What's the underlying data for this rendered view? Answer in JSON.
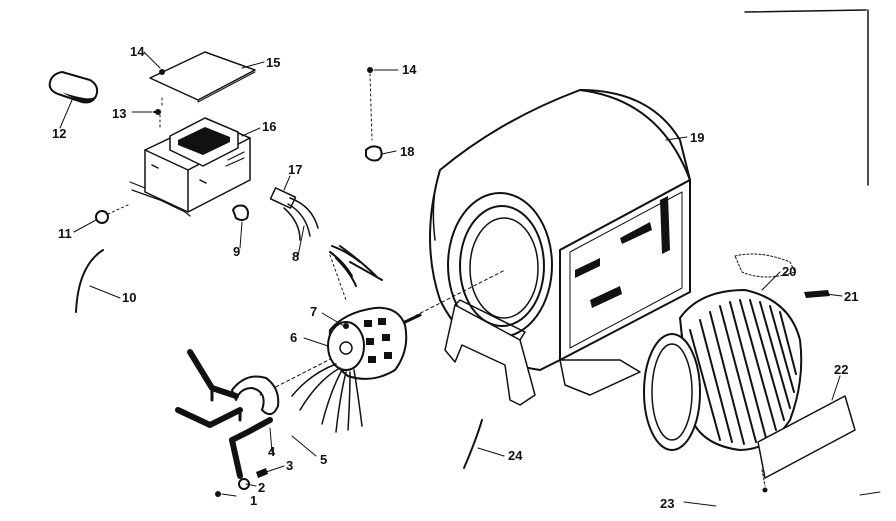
{
  "callouts": {
    "c1": "1",
    "c2": "2",
    "c3": "3",
    "c4": "4",
    "c5": "5",
    "c6": "6",
    "c7": "7",
    "c8": "8",
    "c9": "9",
    "c10": "10",
    "c11": "11",
    "c12": "12",
    "c13": "13",
    "c14a": "14",
    "c14b": "14",
    "c15": "15",
    "c16": "16",
    "c17": "17",
    "c18": "18",
    "c19": "19",
    "c20": "20",
    "c21": "21",
    "c22": "22",
    "c23": "23",
    "c24": "24"
  }
}
